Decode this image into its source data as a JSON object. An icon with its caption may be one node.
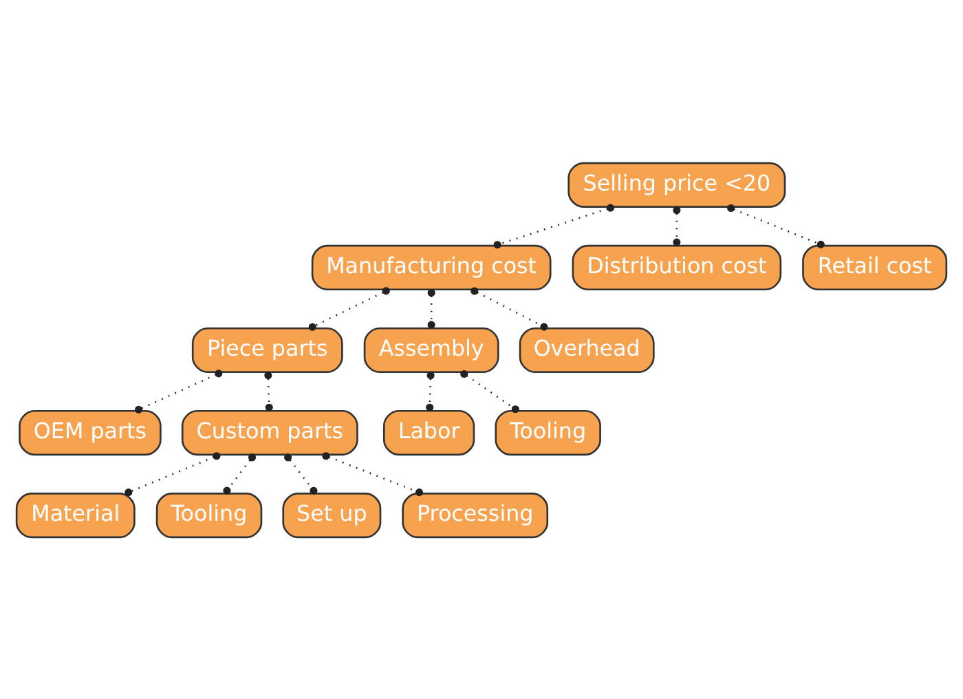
{
  "diagram": {
    "nodes": [
      {
        "text": [
          "Selling price <20"
        ]
      },
      {
        "text": [
          "Manufacturing cost"
        ]
      },
      {
        "text": [
          "Distribution cost"
        ]
      },
      {
        "text": [
          "Retail cost"
        ]
      },
      {
        "text": [
          "Piece parts"
        ]
      },
      {
        "text": [
          "Assembly"
        ]
      },
      {
        "text": [
          "Overhead"
        ]
      },
      {
        "text": [
          "OEM parts"
        ]
      },
      {
        "text": [
          "Custom parts"
        ]
      },
      {
        "text": [
          "Labor"
        ]
      },
      {
        "text": [
          "Tooling"
        ]
      },
      {
        "text": [
          "Material"
        ]
      },
      {
        "text": [
          "Tooling"
        ]
      },
      {
        "text": [
          "Set up"
        ]
      },
      {
        "text": [
          "Processing"
        ]
      }
    ],
    "edges": [
      {
        "from": 0,
        "to": 1,
        "arrow": "other"
      },
      {
        "from": 0,
        "to": 2,
        "arrow": "other"
      },
      {
        "from": 0,
        "to": 3,
        "arrow": "other"
      },
      {
        "from": 1,
        "to": 4,
        "arrow": "other"
      },
      {
        "from": 1,
        "to": 5,
        "arrow": "other"
      },
      {
        "from": 1,
        "to": 6,
        "arrow": "other"
      },
      {
        "from": 4,
        "to": 7,
        "arrow": "other"
      },
      {
        "from": 4,
        "to": 8,
        "arrow": "other"
      },
      {
        "from": 5,
        "to": 9,
        "arrow": "other"
      },
      {
        "from": 5,
        "to": 10,
        "arrow": "other"
      },
      {
        "from": 8,
        "to": 11,
        "arrow": "other"
      },
      {
        "from": 8,
        "to": 12,
        "arrow": "other"
      },
      {
        "from": 8,
        "to": 13,
        "arrow": "other"
      },
      {
        "from": 8,
        "to": 14,
        "arrow": "other"
      }
    ]
  }
}
